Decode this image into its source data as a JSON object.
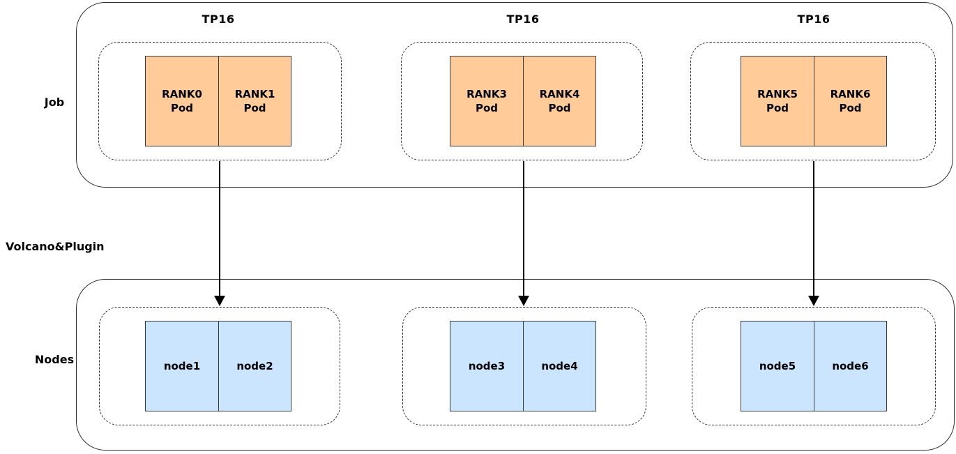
{
  "rows": {
    "job_label": "Job",
    "scheduler_label": "Volcano&Plugin",
    "nodes_label": "Nodes"
  },
  "colors": {
    "pod_fill": "#ffcc99",
    "node_fill": "#cce5ff",
    "box_stroke": "#36393d",
    "container_stroke": "#2d2d2d",
    "arrow": "#000000",
    "background": "#ffffff"
  },
  "groups": [
    {
      "tp_label": "TP16",
      "pods": [
        {
          "rank": "RANK0",
          "type": "Pod"
        },
        {
          "rank": "RANK1",
          "type": "Pod"
        }
      ],
      "nodes": [
        "node1",
        "node2"
      ]
    },
    {
      "tp_label": "TP16",
      "pods": [
        {
          "rank": "RANK3",
          "type": "Pod"
        },
        {
          "rank": "RANK4",
          "type": "Pod"
        }
      ],
      "nodes": [
        "node3",
        "node4"
      ]
    },
    {
      "tp_label": "TP16",
      "pods": [
        {
          "rank": "RANK5",
          "type": "Pod"
        },
        {
          "rank": "RANK6",
          "type": "Pod"
        }
      ],
      "nodes": [
        "node5",
        "node6"
      ]
    }
  ]
}
